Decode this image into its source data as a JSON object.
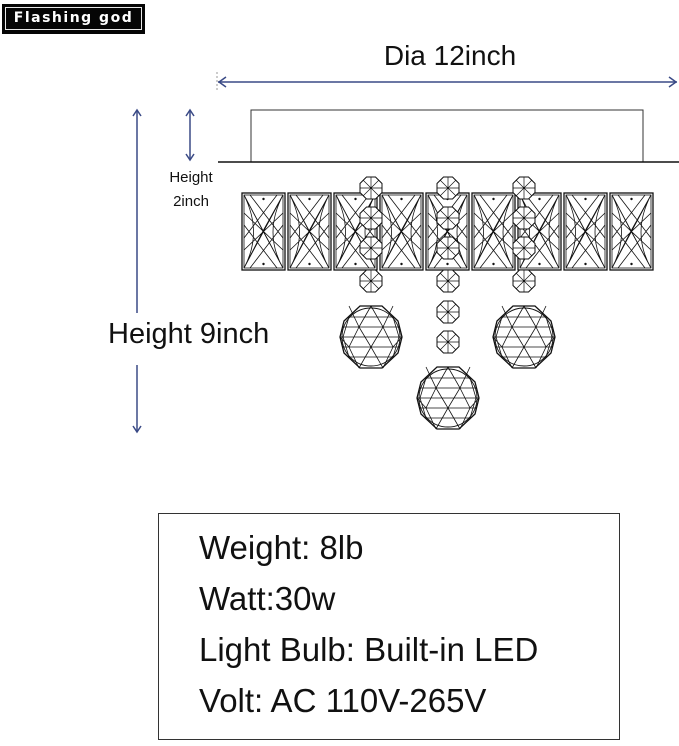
{
  "brand": {
    "label": "Flashing god"
  },
  "dimensions": {
    "diameter": "Dia 12inch",
    "canopy_height_line1": "Height",
    "canopy_height_line2": "2inch",
    "total_height": "Height 9inch"
  },
  "specs": {
    "weight": "Weight: 8lb",
    "watt": "Watt:30w",
    "bulb": "Light Bulb: Built-in LED",
    "volt": "Volt: AC 110V-265V"
  },
  "colors": {
    "dimension_arrow": "#3a4a86",
    "drawing_line": "#111111",
    "brand_bg": "#050505"
  }
}
